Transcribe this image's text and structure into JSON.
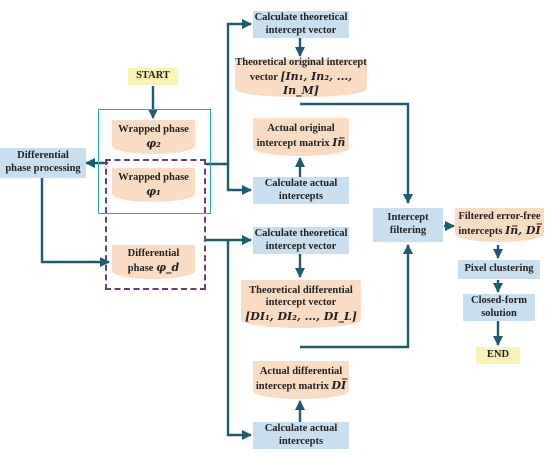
{
  "colors": {
    "arrow": "#1c5c73",
    "process_box": "#c9dff0",
    "data_box": "#fadcc4",
    "terminal_box": "#fbf3b6",
    "teal_outline": "#2ba4b8",
    "purple_dashed_outline": "#6a3d8c"
  },
  "nodes": {
    "start": "START",
    "end": "END",
    "diff_processing": [
      "Differential",
      "phase processing"
    ],
    "wrapped2": {
      "line1": "Wrapped phase",
      "math": "φ₂"
    },
    "wrapped1": {
      "line1": "Wrapped phase",
      "math": "φ₁"
    },
    "diff_phase": {
      "line1": "Differential",
      "line2_text": "phase ",
      "math": "φ_d"
    },
    "calc_theo_top": [
      "Calculate theoretical",
      "intercept vector"
    ],
    "theo_orig": {
      "line1": "Theoretical original intercept",
      "line2_text": "vector ",
      "math": "[In₁, In₂, ..., In_M]"
    },
    "actual_orig": {
      "line1": "Actual original",
      "line2_text": "intercept matrix ",
      "math": "In̅"
    },
    "calc_actual_top": [
      "Calculate actual",
      "intercepts"
    ],
    "calc_theo_bottom": [
      "Calculate theoretical",
      "intercept vector"
    ],
    "theo_diff": {
      "line1": "Theoretical differential",
      "line2": "intercept vector",
      "math": "[DI₁, DI₂, ..., DI_L]"
    },
    "actual_diff": {
      "line1": "Actual differential",
      "line2_text": "intercept matrix ",
      "math": "DI̅"
    },
    "calc_actual_bottom": [
      "Calculate actual",
      "intercepts"
    ],
    "intercept_filtering": [
      "Intercept",
      "filtering"
    ],
    "filtered": {
      "line1": "Filtered error-free",
      "line2_text": "intercepts ",
      "math": "In̅, DI̅"
    },
    "pixel_clustering": "Pixel clustering",
    "closed_form": [
      "Closed-form",
      "solution"
    ]
  }
}
